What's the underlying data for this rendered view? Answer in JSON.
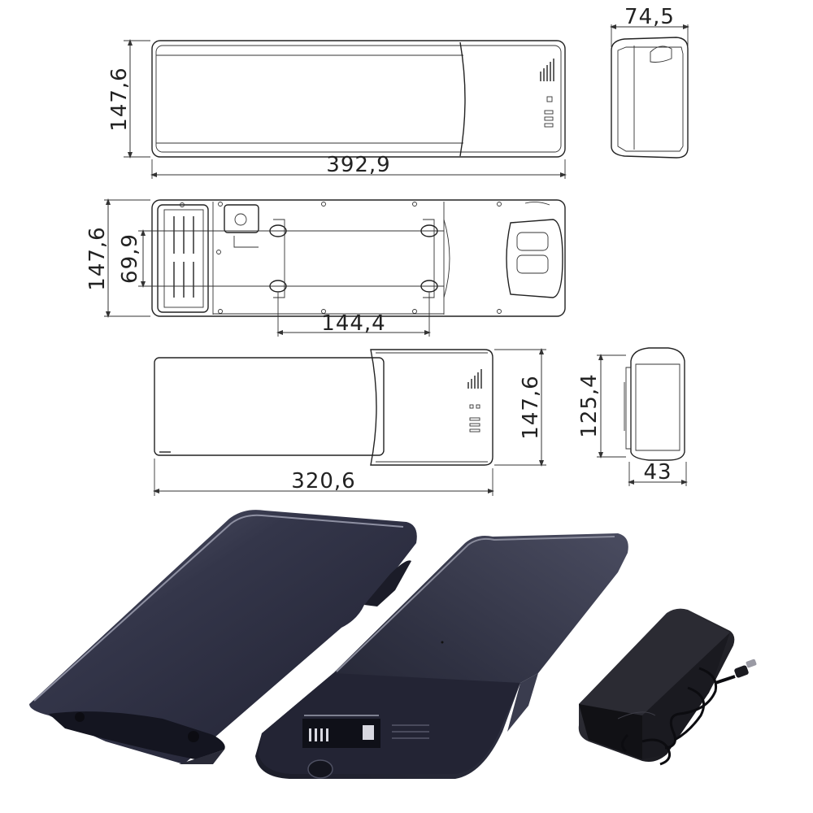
{
  "drawing": {
    "top_view": {
      "height_label": "147,6",
      "length_label": "392,9"
    },
    "side_view_top": {
      "width_label": "74,5"
    },
    "bottom_view": {
      "height_label": "147,6",
      "mount_spacing_label": "69,9",
      "mount_length_label": "144,4"
    },
    "cell_pack_view": {
      "height_label": "147,6",
      "length_label": "320,6"
    },
    "side_view_bottom": {
      "height_label": "125,4",
      "width_label": "43"
    }
  },
  "colors": {
    "line": "#222222",
    "battery_body": "#2c2d3a",
    "battery_highlight": "#6b6d7e",
    "charger_body": "#1c1c22"
  },
  "icons": [
    "battery-level-icon",
    "power-button-icon",
    "dc-plug-icon"
  ]
}
